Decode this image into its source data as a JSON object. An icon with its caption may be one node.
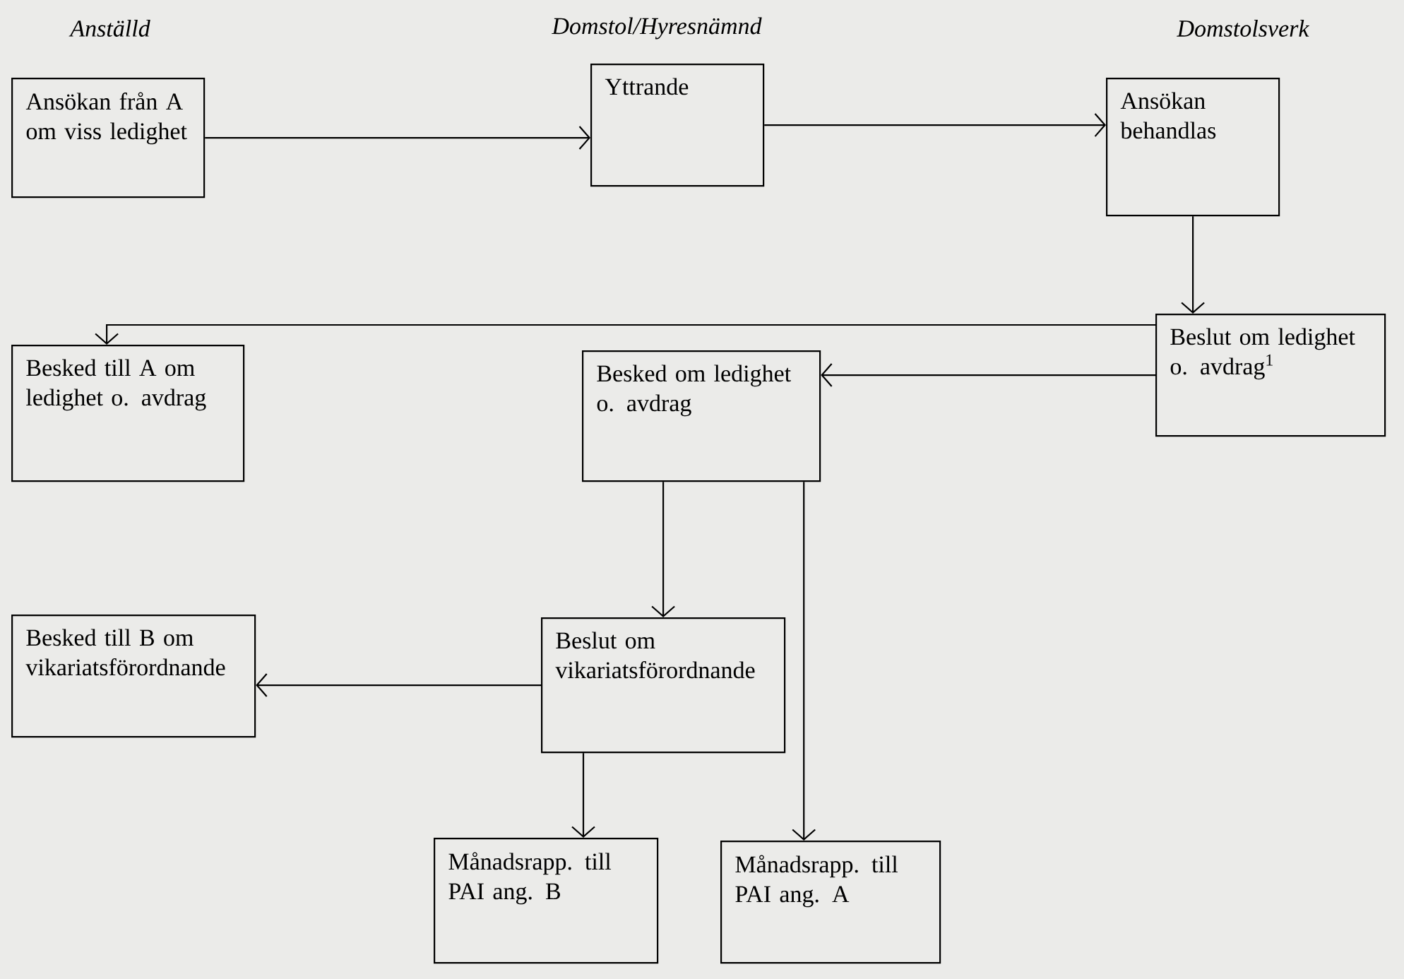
{
  "diagram": {
    "nodes": [
      {
        "text": [
          "Ansökan från A om viss ledighet"
        ]
      },
      {
        "text": [
          "Yttrande"
        ]
      },
      {
        "text": [
          "Ansökan behandlas"
        ]
      },
      {
        "text": [
          "Beslut om ledighet o. avdrag$^{1}$"
        ]
      },
      {
        "text": [
          "Besked till A om ledighet o. avdrag"
        ]
      },
      {
        "text": [
          "Besked om ledighet o. avdrag"
        ]
      },
      {
        "text": [
          "Besked till B om vikariatsförordnande"
        ]
      },
      {
        "text": [
          "Beslut om vikariatsförordnande"
        ]
      },
      {
        "text": [
          "Månadsrapp. till PAI ang. B"
        ]
      },
      {
        "text": [
          "Månadsrapp. till PAI ang. A"
        ]
      }
    ],
    "edges": [
      {
        "from": 0,
        "to": 1,
        "arrow": "to"
      },
      {
        "from": 1,
        "to": 2,
        "arrow": "to"
      },
      {
        "from": 2,
        "to": 3,
        "arrow": "to"
      },
      {
        "from": 3,
        "to": 4,
        "arrow": "to"
      },
      {
        "from": 3,
        "to": 5,
        "arrow": "to"
      },
      {
        "from": 5,
        "to": 7,
        "arrow": "to"
      },
      {
        "from": 5,
        "to": 9,
        "arrow": "to"
      },
      {
        "from": 7,
        "to": 6,
        "arrow": "to"
      },
      {
        "from": 7,
        "to": 8,
        "arrow": "to"
      }
    ],
    "labels": [
      "Anställd",
      "Domstol/Hyresnämnd",
      "Domstolsverk"
    ]
  }
}
